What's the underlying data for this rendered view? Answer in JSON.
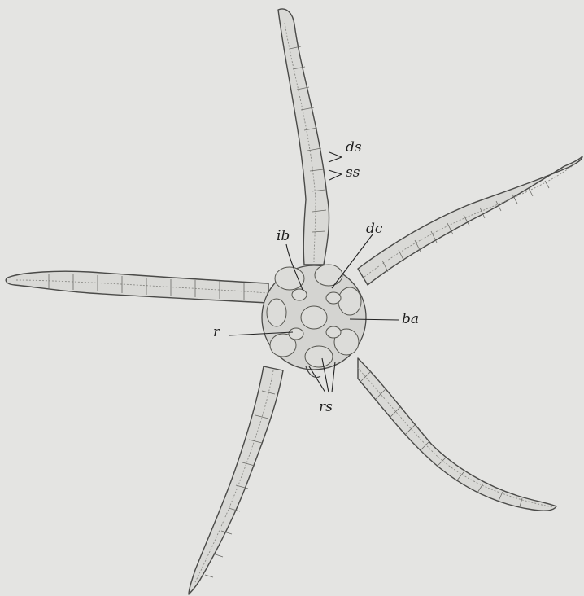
{
  "labels": {
    "ds": "ds",
    "ss": "ss",
    "ib": "ib",
    "dc": "dc",
    "ba": "ba",
    "r": "r",
    "rs": "rs"
  }
}
